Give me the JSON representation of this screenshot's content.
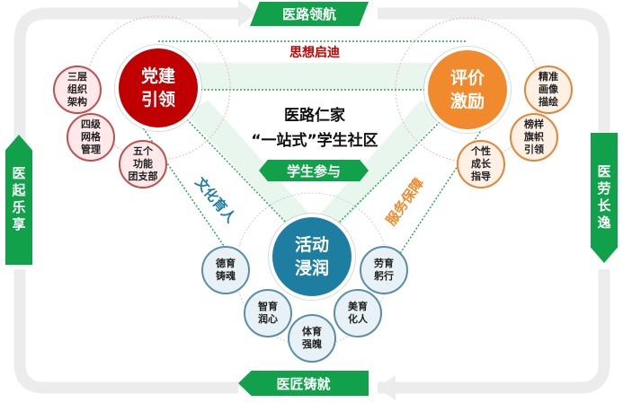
{
  "loop": {
    "top": "医路领航",
    "right": "医劳长逸",
    "bottom": "医匠铸就",
    "left": "医起乐享"
  },
  "center": {
    "title_line1": "医路仁家",
    "title_line2": "“一站式”学生社区",
    "banner": "学生参与"
  },
  "edges": {
    "top": "思想启迪",
    "left": "文化育人",
    "right": "服务保障"
  },
  "nodes": {
    "party": {
      "label": "党建\n引领",
      "color": "#c00000",
      "items": [
        "三层\n组织\n架构",
        "四级\n网格\n管理",
        "五个\n功能\n团支部"
      ]
    },
    "evaluation": {
      "label": "评价\n激励",
      "color": "#f08a2c",
      "items": [
        "精准\n画像\n描绘",
        "榜样\n旗帜\n引领",
        "个性\n成长\n指导"
      ]
    },
    "activity": {
      "label": "活动\n浸润",
      "color": "#1e7ea1",
      "items": [
        "德育\n铸魂",
        "智育\n润心",
        "体育\n强魄",
        "美育\n化人",
        "劳育\n躬行"
      ]
    }
  },
  "colors": {
    "green": "#12a14b",
    "red": "#c00000",
    "orange": "#f08a2c",
    "blue": "#1e7ea1"
  }
}
